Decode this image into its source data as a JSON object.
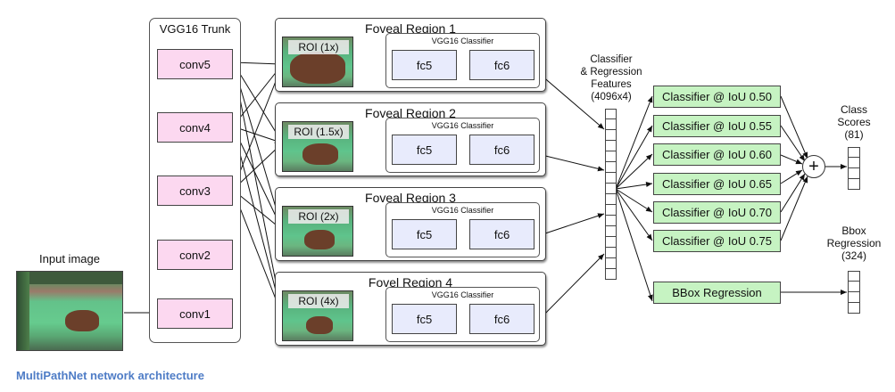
{
  "input": {
    "label": "Input image",
    "image": "highland-cow-grazing-photo"
  },
  "trunk": {
    "title": "VGG16 Trunk",
    "layers": [
      "conv5",
      "conv4",
      "conv3",
      "conv2",
      "conv1"
    ]
  },
  "regions": [
    {
      "title": "Foveal Region 1",
      "roi": "ROI (1x)",
      "classifier_title": "VGG16 Classifier",
      "fc_a": "fc5",
      "fc_b": "fc6"
    },
    {
      "title": "Foveal Region 2",
      "roi": "ROI (1.5x)",
      "classifier_title": "VGG16 Classifier",
      "fc_a": "fc5",
      "fc_b": "fc6"
    },
    {
      "title": "Foveal Region 3",
      "roi": "ROI (2x)",
      "classifier_title": "VGG16 Classifier",
      "fc_a": "fc5",
      "fc_b": "fc6"
    },
    {
      "title": "Fovel Region 4",
      "roi": "ROI (4x)",
      "classifier_title": "VGG16 Classifier",
      "fc_a": "fc5",
      "fc_b": "fc6"
    }
  ],
  "features": {
    "line1": "Classifier",
    "line2": "& Regression",
    "line3": "Features",
    "line4": "(4096x4)"
  },
  "classifiers": [
    "Classifier @ IoU 0.50",
    "Classifier @ IoU 0.55",
    "Classifier @ IoU 0.60",
    "Classifier @ IoU 0.65",
    "Classifier @ IoU 0.70",
    "Classifier @ IoU 0.75"
  ],
  "bbox_box": "BBox Regression",
  "sum_symbol": "+",
  "class_scores": {
    "line1": "Class",
    "line2": "Scores",
    "line3": "(81)"
  },
  "bbox_output": {
    "line1": "Bbox",
    "line2": "Regression",
    "line3": "(324)"
  },
  "caption": "MultiPathNet network architecture",
  "colors": {
    "conv": "#fcd8f0",
    "fc": "#e8ebfc",
    "classifier": "#c6f3c2",
    "caption": "#4e7cc6"
  }
}
